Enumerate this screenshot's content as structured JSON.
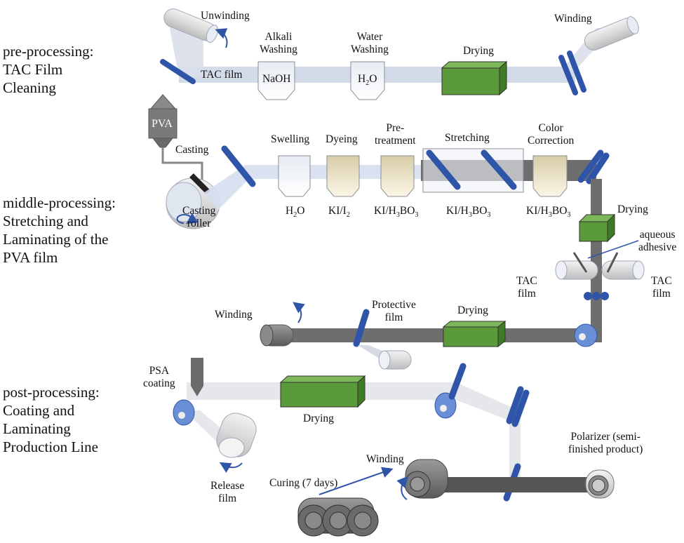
{
  "sections": {
    "pre": [
      "pre-processing:",
      "TAC Film",
      "Cleaning"
    ],
    "middle": [
      "middle-processing:",
      "Stretching and",
      "Laminating of the",
      "PVA film"
    ],
    "post": [
      "post-processing:",
      "Coating and",
      "Laminating",
      "Production Line"
    ]
  },
  "top_line": {
    "unwinding": "Unwinding",
    "tac_film": "TAC film",
    "alkali_washing": [
      "Alkali",
      "Washing"
    ],
    "naoh": "NaOH",
    "water_washing": [
      "Water",
      "Washing"
    ],
    "h2o": "H2O",
    "drying": "Drying",
    "winding": "Winding"
  },
  "middle_line": {
    "pva": "PVA",
    "casting": "Casting",
    "casting_roller": [
      "Casting",
      "roller"
    ],
    "swelling": "Swelling",
    "dyeing": "Dyeing",
    "pretreatment": [
      "Pre-",
      "treatment"
    ],
    "stretching": "Stretching",
    "color_correction": [
      "Color",
      "Correction"
    ],
    "swelling_chem": "H2O",
    "dyeing_chem": "KI/I2",
    "pretreatment_chem": "KI/H3BO3",
    "stretching_chem": "KI/H3BO3",
    "color_chem": "KI/H3BO3",
    "drying": "Drying",
    "aqueous_adhesive": [
      "aqueous",
      "adhesive"
    ],
    "tac_film_left": [
      "TAC",
      "film"
    ],
    "tac_film_right": [
      "TAC",
      "film"
    ],
    "winding": "Winding",
    "protective_film": [
      "Protective",
      "film"
    ],
    "drying2": "Drying"
  },
  "bottom_line": {
    "psa_coating": [
      "PSA",
      "coating"
    ],
    "drying": "Drying",
    "release_film": [
      "Release",
      "film"
    ],
    "polarizer": [
      "Polarizer (semi-",
      "finished product)"
    ],
    "winding": "Winding",
    "curing": "Curing (7 days)"
  },
  "colors": {
    "roller_blue": "#2f55a8",
    "dryer_green": "#5a9a3a",
    "dark_film": "#6e6e6e",
    "light_film": "#d8dde6",
    "tank_tan": "#f3ead0",
    "arrow_blue": "#2f55a8"
  }
}
